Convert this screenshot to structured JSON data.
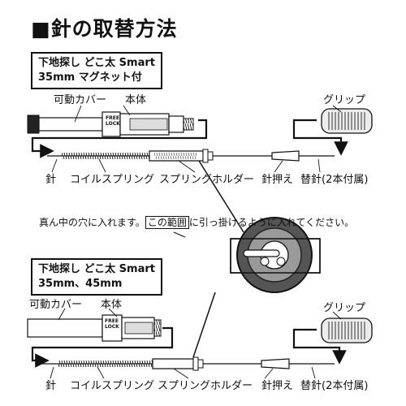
{
  "title": "■針の取替方法",
  "top": {
    "model_line1": "下地探し どこ太 Smart",
    "model_line2": "35mm マグネット付",
    "labels": {
      "cover": "可動カバー",
      "body": "本体",
      "grip": "グリップ",
      "needle": "針",
      "coil_spring": "コイルスプリング",
      "spring_holder": "スプリングホルダー",
      "needle_presser": "針押え",
      "spare_needle": "替針(2本付属)"
    },
    "free_lock": [
      "FREE",
      "LOCK"
    ]
  },
  "instruction": {
    "before": "真ん中の穴に入れます。",
    "highlight": "この範囲",
    "after": "に引っ掛けるように入れてください。"
  },
  "bottom": {
    "model_line1": "下地探し どこ太 Smart",
    "model_line2": "35mm、45mm",
    "labels": {
      "cover": "可動カバー",
      "body": "本体",
      "grip": "グリップ",
      "needle": "針",
      "coil_spring": "コイルスプリング",
      "spring_holder": "スプリングホルダー",
      "needle_presser": "針押え",
      "spare_needle": "替針(2本付属)"
    },
    "free_lock": [
      "FREE",
      "LOCK"
    ]
  }
}
